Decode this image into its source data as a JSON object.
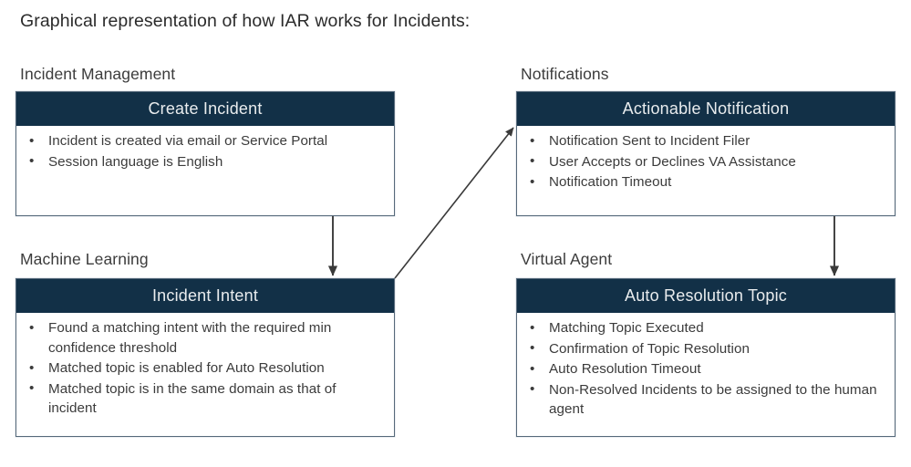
{
  "slide": {
    "title": "Graphical representation of how IAR works for Incidents:",
    "colors": {
      "header_background": "#123047",
      "header_text": "#e9ecee",
      "body_text": "#3b3b3b",
      "card_border": "#56697a",
      "connector": "#3a3a3a",
      "page_background": "#ffffff"
    }
  },
  "lanes": [
    {
      "id": "incident-management",
      "label": "Incident Management"
    },
    {
      "id": "notifications",
      "label": "Notifications"
    },
    {
      "id": "machine-learning",
      "label": "Machine Learning"
    },
    {
      "id": "virtual-agent",
      "label": "Virtual Agent"
    }
  ],
  "cards": [
    {
      "id": "create-incident",
      "header": "Create Incident",
      "bullets": [
        "Incident is created via email or Service Portal",
        "Session language is English"
      ]
    },
    {
      "id": "actionable-notification",
      "header": "Actionable Notification",
      "bullets": [
        "Notification Sent to Incident Filer",
        "User Accepts or Declines VA Assistance",
        "Notification Timeout"
      ]
    },
    {
      "id": "incident-intent",
      "header": "Incident Intent",
      "bullets": [
        "Found a matching intent with the required min confidence threshold",
        "Matched topic is enabled for Auto Resolution",
        "Matched topic is in the same domain as that of incident"
      ]
    },
    {
      "id": "auto-resolution-topic",
      "header": "Auto Resolution Topic",
      "bullets": [
        "Matching Topic Executed",
        "Confirmation of Topic Resolution",
        "Auto Resolution Timeout",
        "Non-Resolved Incidents to be assigned to the human agent"
      ]
    }
  ],
  "connectors": [
    {
      "id": "create-incident-to-incident-intent",
      "from": "create-incident",
      "to": "incident-intent",
      "style": "vertical-arrow"
    },
    {
      "id": "incident-intent-to-actionable-notification",
      "from": "incident-intent",
      "to": "actionable-notification",
      "style": "diagonal-arrow"
    },
    {
      "id": "actionable-notification-to-auto-resolution-topic",
      "from": "actionable-notification",
      "to": "auto-resolution-topic",
      "style": "vertical-arrow"
    }
  ]
}
